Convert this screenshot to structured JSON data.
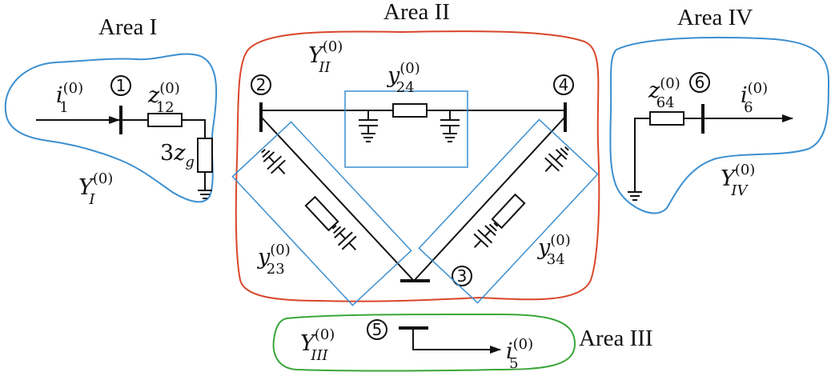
{
  "areas": [
    {
      "name": "Area I",
      "color": "#3b8fd0"
    },
    {
      "name": "Area II",
      "color": "#d9462b"
    },
    {
      "name": "Area III",
      "color": "#3aa63a"
    },
    {
      "name": "Area IV",
      "color": "#3b8fd0"
    }
  ],
  "nodes": [
    "1",
    "2",
    "3",
    "4",
    "5",
    "6"
  ],
  "block_color": "#3b8fd0",
  "labels": {
    "i1": {
      "base": "i",
      "sub": "1",
      "sup": "(0)"
    },
    "z12": {
      "base": "z",
      "sub": "12",
      "sup": "(0)"
    },
    "zg": {
      "coef": "3",
      "base": "z",
      "sub": "g"
    },
    "YI": {
      "base": "Y",
      "sub": "I",
      "sup": "(0)"
    },
    "YII": {
      "base": "Y",
      "sub": "II",
      "sup": "(0)"
    },
    "y24": {
      "base": "y",
      "sub": "24",
      "sup": "(0)"
    },
    "y23": {
      "base": "y",
      "sub": "23",
      "sup": "(0)"
    },
    "y34": {
      "base": "y",
      "sub": "34",
      "sup": "(0)"
    },
    "z64": {
      "base": "z",
      "sub": "64",
      "sup": "(0)"
    },
    "i6": {
      "base": "i",
      "sub": "6",
      "sup": "(0)"
    },
    "YIV": {
      "base": "Y",
      "sub": "IV",
      "sup": "(0)"
    },
    "YIII": {
      "base": "Y",
      "sub": "III",
      "sup": "(0)"
    },
    "i5": {
      "base": "i",
      "sub": "5",
      "sup": "(0)"
    }
  }
}
